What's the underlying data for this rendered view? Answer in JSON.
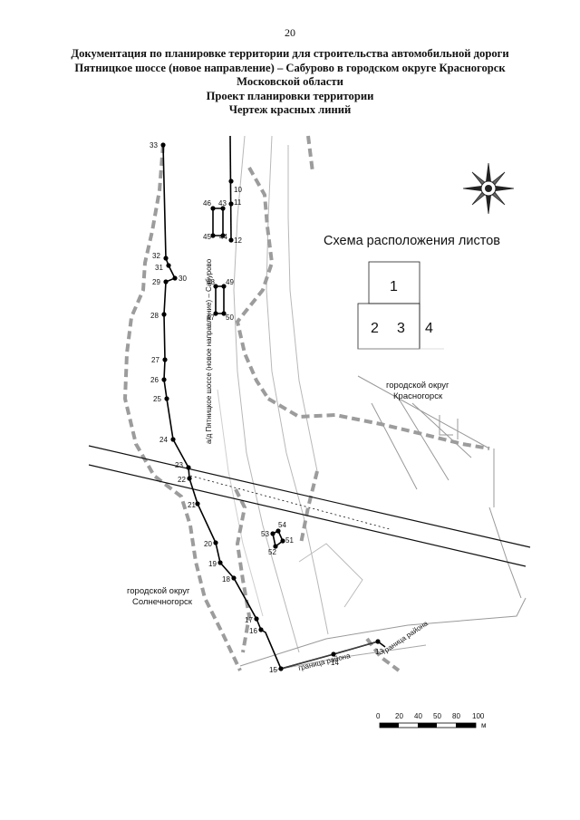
{
  "page_number": "20",
  "title_lines": [
    "Документация по планировке территории для строительства автомобильной дороги",
    "Пятницкое шоссе (новое направление) – Сабурово в городском округе Красногорск",
    "Московской области",
    "Проект планировки территории",
    "Чертеж красных линий"
  ],
  "map": {
    "road_label": "а/д Пятницкое шоссе (новое направление) – Сабурово",
    "scheme_title": "Схема расположения листов",
    "sheets": [
      "1",
      "2",
      "3",
      "4"
    ],
    "district_east": [
      "городской округ",
      "Красногорск"
    ],
    "district_west": [
      "городской округ",
      "Солнечногорск"
    ],
    "boundary_label": "граница района",
    "compass": "compass-rose-icon",
    "scale": {
      "ticks": [
        "0",
        "20",
        "40",
        "50",
        "80",
        "100"
      ],
      "unit": "м"
    },
    "points": [
      {
        "id": "33"
      },
      {
        "id": "32"
      },
      {
        "id": "31"
      },
      {
        "id": "30"
      },
      {
        "id": "29"
      },
      {
        "id": "28"
      },
      {
        "id": "27"
      },
      {
        "id": "26"
      },
      {
        "id": "25"
      },
      {
        "id": "24"
      },
      {
        "id": "23"
      },
      {
        "id": "22"
      },
      {
        "id": "21"
      },
      {
        "id": "20"
      },
      {
        "id": "19"
      },
      {
        "id": "18"
      },
      {
        "id": "17"
      },
      {
        "id": "16"
      },
      {
        "id": "15"
      },
      {
        "id": "14"
      },
      {
        "id": "13"
      },
      {
        "id": "10"
      },
      {
        "id": "11"
      },
      {
        "id": "12"
      },
      {
        "id": "43"
      },
      {
        "id": "44"
      },
      {
        "id": "45"
      },
      {
        "id": "46"
      },
      {
        "id": "48"
      },
      {
        "id": "49"
      },
      {
        "id": "47"
      },
      {
        "id": "50"
      },
      {
        "id": "51"
      },
      {
        "id": "52"
      },
      {
        "id": "53"
      },
      {
        "id": "54"
      }
    ]
  }
}
